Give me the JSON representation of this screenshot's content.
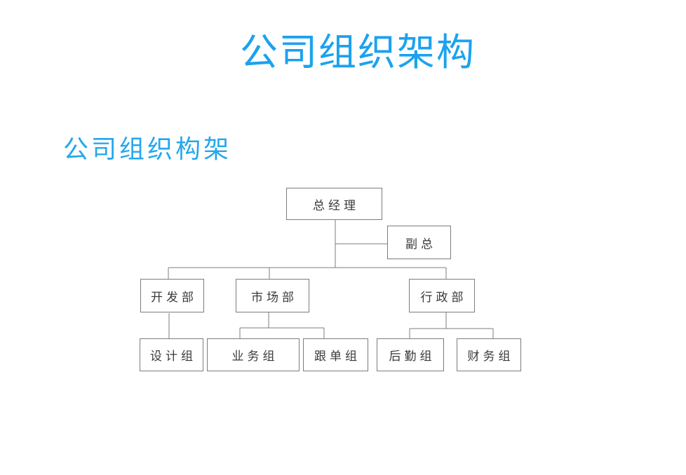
{
  "title": "公司组织架构",
  "subtitle": "公司组织构架",
  "colors": {
    "title_blue": "#1ba2ef",
    "subtitle_blue": "#25a7ec",
    "box_border_gray": "#7c7c7c",
    "box_text": "#3a3a3a",
    "background": "#ffffff"
  },
  "org_chart": {
    "nodes": {
      "gm": "总经理",
      "deputy": "副总",
      "dev": "开发部",
      "market": "市场部",
      "admin": "行政部",
      "design": "设计组",
      "business": "业务组",
      "follow": "跟单组",
      "logistics": "后勤组",
      "finance": "财务组"
    },
    "edges": [
      [
        "总经理",
        "副总"
      ],
      [
        "总经理",
        "开发部"
      ],
      [
        "总经理",
        "市场部"
      ],
      [
        "总经理",
        "行政部"
      ],
      [
        "开发部",
        "设计组"
      ],
      [
        "市场部",
        "业务组"
      ],
      [
        "市场部",
        "跟单组"
      ],
      [
        "行政部",
        "后勤组"
      ],
      [
        "行政部",
        "财务组"
      ]
    ]
  }
}
